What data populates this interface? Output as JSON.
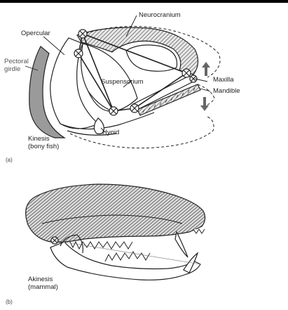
{
  "panel_a": {
    "tag": "(a)",
    "labels": {
      "neurocranium": "Neurocranium",
      "opercular": "Opercular",
      "pectoral_girdle_1": "Pectoral",
      "pectoral_girdle_2": "girdle",
      "suspensorium": "Suspensorium",
      "maxilla": "Maxilla",
      "mandible": "Mandible",
      "hyoid": "Hyoid"
    },
    "caption_line1": "Kinesis",
    "caption_line2": "(bony fish)"
  },
  "panel_b": {
    "tag": "(b)",
    "caption_line1": "Akinesis",
    "caption_line2": "(mammal)"
  },
  "colors": {
    "ink": "#222222",
    "hatch": "#555555",
    "girdle_fill": "#9a9a9a",
    "background": "#ffffff"
  }
}
